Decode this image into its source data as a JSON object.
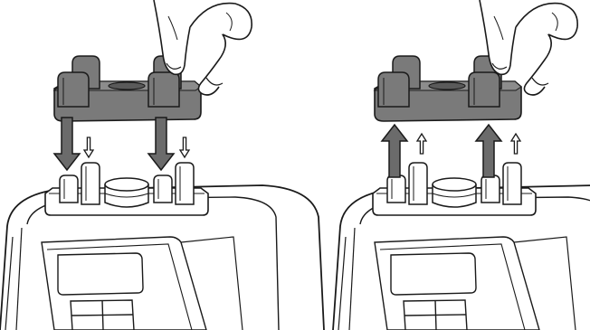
{
  "diagram": {
    "panels": [
      {
        "id": "install",
        "action": "lower-pad-onto-drive",
        "arrow_direction": "down",
        "components": [
          "hand",
          "drive-pad",
          "motor-base",
          "drive-coupling",
          "control-panel"
        ]
      },
      {
        "id": "remove",
        "action": "lift-pad-off-drive",
        "arrow_direction": "up",
        "components": [
          "hand",
          "drive-pad",
          "motor-base",
          "drive-coupling",
          "control-panel"
        ]
      }
    ],
    "colors": {
      "pad": "#7a7a7a",
      "pad_dark": "#5a5a5a",
      "pad_light": "#8c8c8c",
      "arrow": "#6b6b6b",
      "line": "#1a1a1a",
      "background": "#ffffff"
    },
    "icons": [
      "hand-icon",
      "arrow-down-icon",
      "arrow-up-icon"
    ]
  }
}
